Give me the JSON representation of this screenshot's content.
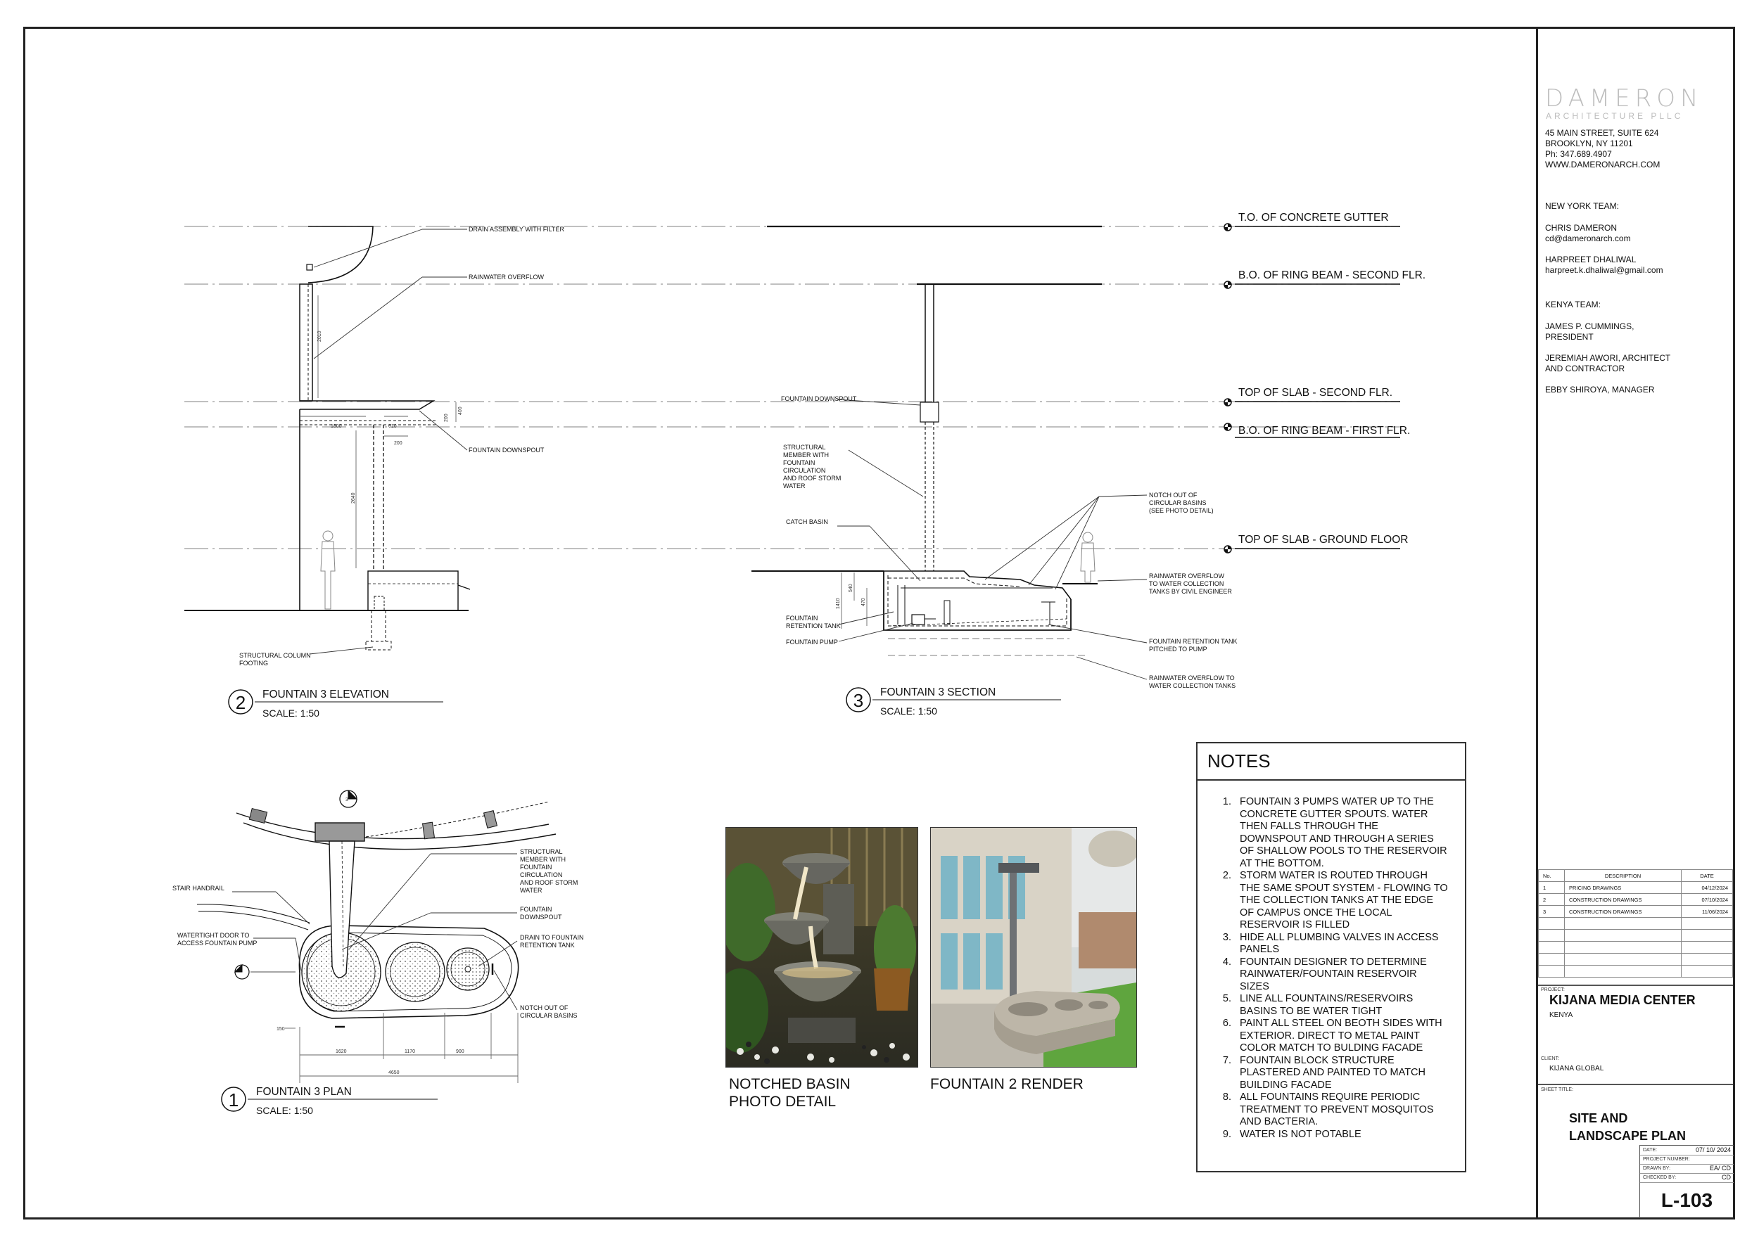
{
  "firm": {
    "name": "DAMERON",
    "subtitle": "ARCHITECTURE PLLC",
    "address1": "45 MAIN STREET, SUITE 624",
    "address2": "BROOKLYN, NY 11201",
    "phone": "Ph:  347.689.4907",
    "website": "WWW.DAMERONARCH.COM"
  },
  "team": {
    "ny_heading": "NEW YORK TEAM:",
    "ny": [
      {
        "name": "CHRIS DAMERON",
        "detail": "cd@dameronarch.com"
      },
      {
        "name": "HARPREET DHALIWAL",
        "detail": "harpreet.k.dhaliwal@gmail.com"
      }
    ],
    "kenya_heading": "KENYA TEAM:",
    "kenya": [
      {
        "line1": "JAMES P. CUMMINGS,",
        "line2": "PRESIDENT"
      },
      {
        "line1": "JEREMIAH AWORI, ARCHITECT",
        "line2": "AND CONTRACTOR"
      },
      {
        "line1": "EBBY SHIROYA, MANAGER",
        "line2": ""
      }
    ]
  },
  "revisions": {
    "headers": {
      "no": "No.",
      "description": "DESCRIPTION",
      "date": "DATE"
    },
    "rows": [
      {
        "no": "1",
        "description": "PRICING DRAWINGS",
        "date": "04/12/2024"
      },
      {
        "no": "2",
        "description": "CONSTRUCTION DRAWINGS",
        "date": "07/10/2024"
      },
      {
        "no": "3",
        "description": "CONSTRUCTION DRAWINGS",
        "date": "11/06/2024"
      }
    ]
  },
  "project": {
    "label": "PROJECT:",
    "name": "KIJANA MEDIA CENTER",
    "location": "KENYA",
    "client_label": "CLIENT:",
    "client": "KIJANA GLOBAL",
    "sheet_title_label": "SHEET TITLE:",
    "sheet_title_1": "SITE AND",
    "sheet_title_2": "LANDSCAPE PLAN",
    "date_label": "DATE:",
    "date": "07/ 10/ 2024",
    "project_number_label": "PROJECT NUMBER:",
    "project_number": "",
    "drawn_by_label": "DRAWN BY:",
    "drawn_by": "EA/ CD",
    "checked_by_label": "CHECKED BY:",
    "checked_by": "CD",
    "sheet_number": "L-103"
  },
  "levels": [
    "T.O. OF CONCRETE GUTTER",
    "B.O. OF RING BEAM - SECOND FLR.",
    "TOP OF SLAB - SECOND FLR.",
    "B.O. OF RING BEAM - FIRST FLR.",
    "TOP OF SLAB - GROUND FLOOR"
  ],
  "elevation": {
    "number": "2",
    "title": "FOUNTAIN 3 ELEVATION",
    "scale": "SCALE: 1:50",
    "labels": {
      "drain": "DRAIN ASSEMBLY WITH FILTER",
      "overflow": "RAINWATER OVERFLOW",
      "downspout": "FOUNTAIN DOWNSPOUT",
      "column1": "STRUCTURAL COLUMN",
      "column2": "FOOTING"
    },
    "dims": {
      "d1": "2010",
      "d2": "1800",
      "d3": "610",
      "d4": "200",
      "d5": "2640",
      "d6": "400",
      "d7": "200"
    }
  },
  "section": {
    "number": "3",
    "title": "FOUNTAIN 3 SECTION",
    "scale": "SCALE: 1:50",
    "labels": {
      "downspout": "FOUNTAIN DOWNSPOUT",
      "structural": [
        "STRUCTURAL",
        "MEMBER WITH",
        "FOUNTAIN",
        "CIRCULATION",
        "AND ROOF STORM",
        "WATER"
      ],
      "catch": "CATCH BASIN",
      "retention": [
        "FOUNTAIN",
        "RETENTION TANK"
      ],
      "pump": "FOUNTAIN PUMP",
      "notch": [
        "NOTCH OUT OF",
        "CIRCULAR BASINS",
        "(SEE PHOTO DETAIL)"
      ],
      "overflow_civil": [
        "RAINWATER OVERFLOW",
        "TO WATER COLLECTION",
        "TANKS BY CIVIL ENGINEER"
      ],
      "retention_pitched": [
        "FOUNTAIN RETENTION TANK",
        "PITCHED TO PUMP"
      ],
      "overflow_tanks": [
        "RAINWATER OVERFLOW TO",
        "WATER COLLECTION TANKS"
      ]
    },
    "dims": {
      "d1": "1410",
      "d2": "540",
      "d3": "470"
    }
  },
  "plan": {
    "number": "1",
    "title": "FOUNTAIN 3 PLAN",
    "scale": "SCALE: 1:50",
    "labels": {
      "handrail": "STAIR HANDRAIL",
      "door": [
        "WATERTIGHT DOOR TO",
        "ACCESS FOUNTAIN PUMP"
      ],
      "structural": [
        "STRUCTURAL",
        "MEMBER WITH",
        "FOUNTAIN",
        "CIRCULATION",
        "AND ROOF STORM",
        "WATER"
      ],
      "downspout": [
        "FOUNTAIN",
        "DOWNSPOUT"
      ],
      "drain": [
        "DRAIN TO FOUNTAIN",
        "RETENTION TANK"
      ],
      "notch": [
        "NOTCH OUT OF",
        "CIRCULAR BASINS"
      ]
    },
    "dims": {
      "d1": "1620",
      "d2": "1170",
      "d3": "900",
      "d4": "4650",
      "d5": "150"
    },
    "marker": "3"
  },
  "photos": {
    "caption1_line1": "NOTCHED BASIN",
    "caption1_line2": "PHOTO DETAIL",
    "caption2": "FOUNTAIN 2 RENDER"
  },
  "notes": {
    "title": "NOTES",
    "items": [
      "FOUNTAIN 3 PUMPS WATER UP TO THE CONCRETE GUTTER SPOUTS. WATER THEN FALLS THROUGH THE DOWNSPOUT AND THROUGH A SERIES OF SHALLOW POOLS TO THE RESERVOIR AT THE BOTTOM.",
      "STORM WATER IS ROUTED THROUGH THE SAME SPOUT SYSTEM - FLOWING TO THE COLLECTION TANKS AT THE EDGE OF CAMPUS ONCE THE LOCAL RESERVOIR IS FILLED",
      "HIDE ALL PLUMBING VALVES IN ACCESS PANELS",
      "FOUNTAIN DESIGNER TO DETERMINE RAINWATER/FOUNTAIN RESERVOIR SIZES",
      "LINE ALL FOUNTAINS/RESERVOIRS BASINS TO BE WATER TIGHT",
      "PAINT ALL STEEL ON BEOTH SIDES WITH EXTERIOR. DIRECT TO METAL PAINT COLOR MATCH TO BULDING FACADE",
      "FOUNTAIN BLOCK STRUCTURE PLASTERED AND PAINTED TO MATCH BUILDING FACADE",
      "ALL FOUNTAINS REQUIRE PERIODIC TREATMENT TO PREVENT MOSQUITOS AND BACTERIA.",
      "WATER IS NOT POTABLE"
    ]
  }
}
